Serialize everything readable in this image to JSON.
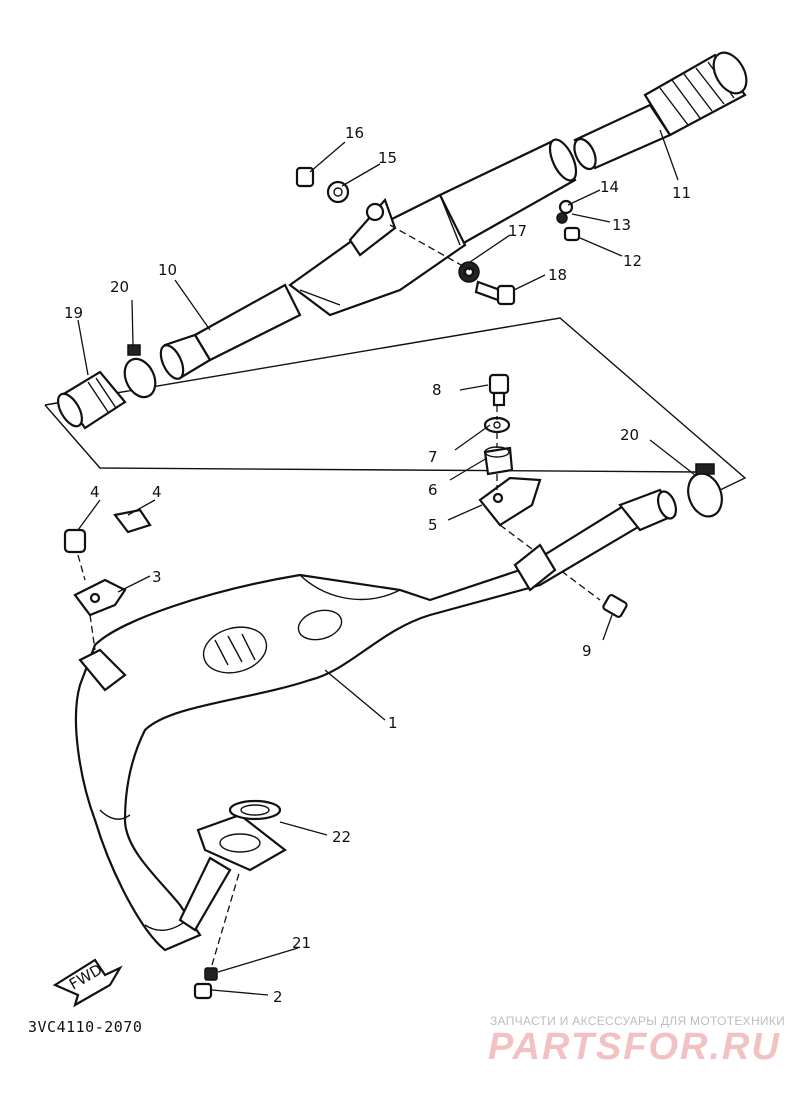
{
  "diagram": {
    "part_labels": [
      "1",
      "2",
      "3",
      "4",
      "4",
      "5",
      "6",
      "7",
      "8",
      "9",
      "10",
      "11",
      "12",
      "13",
      "14",
      "15",
      "16",
      "17",
      "18",
      "19",
      "20",
      "20",
      "21",
      "22"
    ],
    "fwd_label": "FWD",
    "drawing_code": "3VC4110-2070"
  },
  "watermark": {
    "tagline": "ЗАПЧАСТИ И АКСЕССУАРЫ ДЛЯ МОТОТЕХНИКИ",
    "brand": "PARTSFOR.RU"
  }
}
